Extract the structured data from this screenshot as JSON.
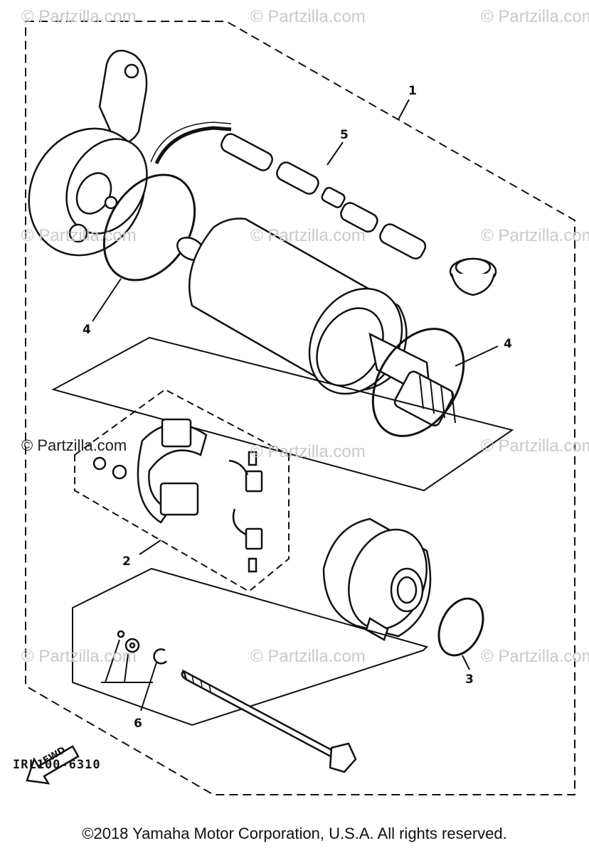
{
  "watermarks": {
    "text": "© Partzilla.com",
    "prominent": "© Partzilla.com"
  },
  "callouts": {
    "c1": "1",
    "c2": "2",
    "c3": "3",
    "c4_left": "4",
    "c4_right": "4",
    "c5": "5",
    "c6": "6"
  },
  "fwd_arrow": "FWD",
  "diagram_code": "IRL100-6310",
  "copyright": "©2018 Yamaha Motor Corporation, U.S.A. All rights reserved.",
  "icons": [
    "fwd-arrow-icon"
  ]
}
